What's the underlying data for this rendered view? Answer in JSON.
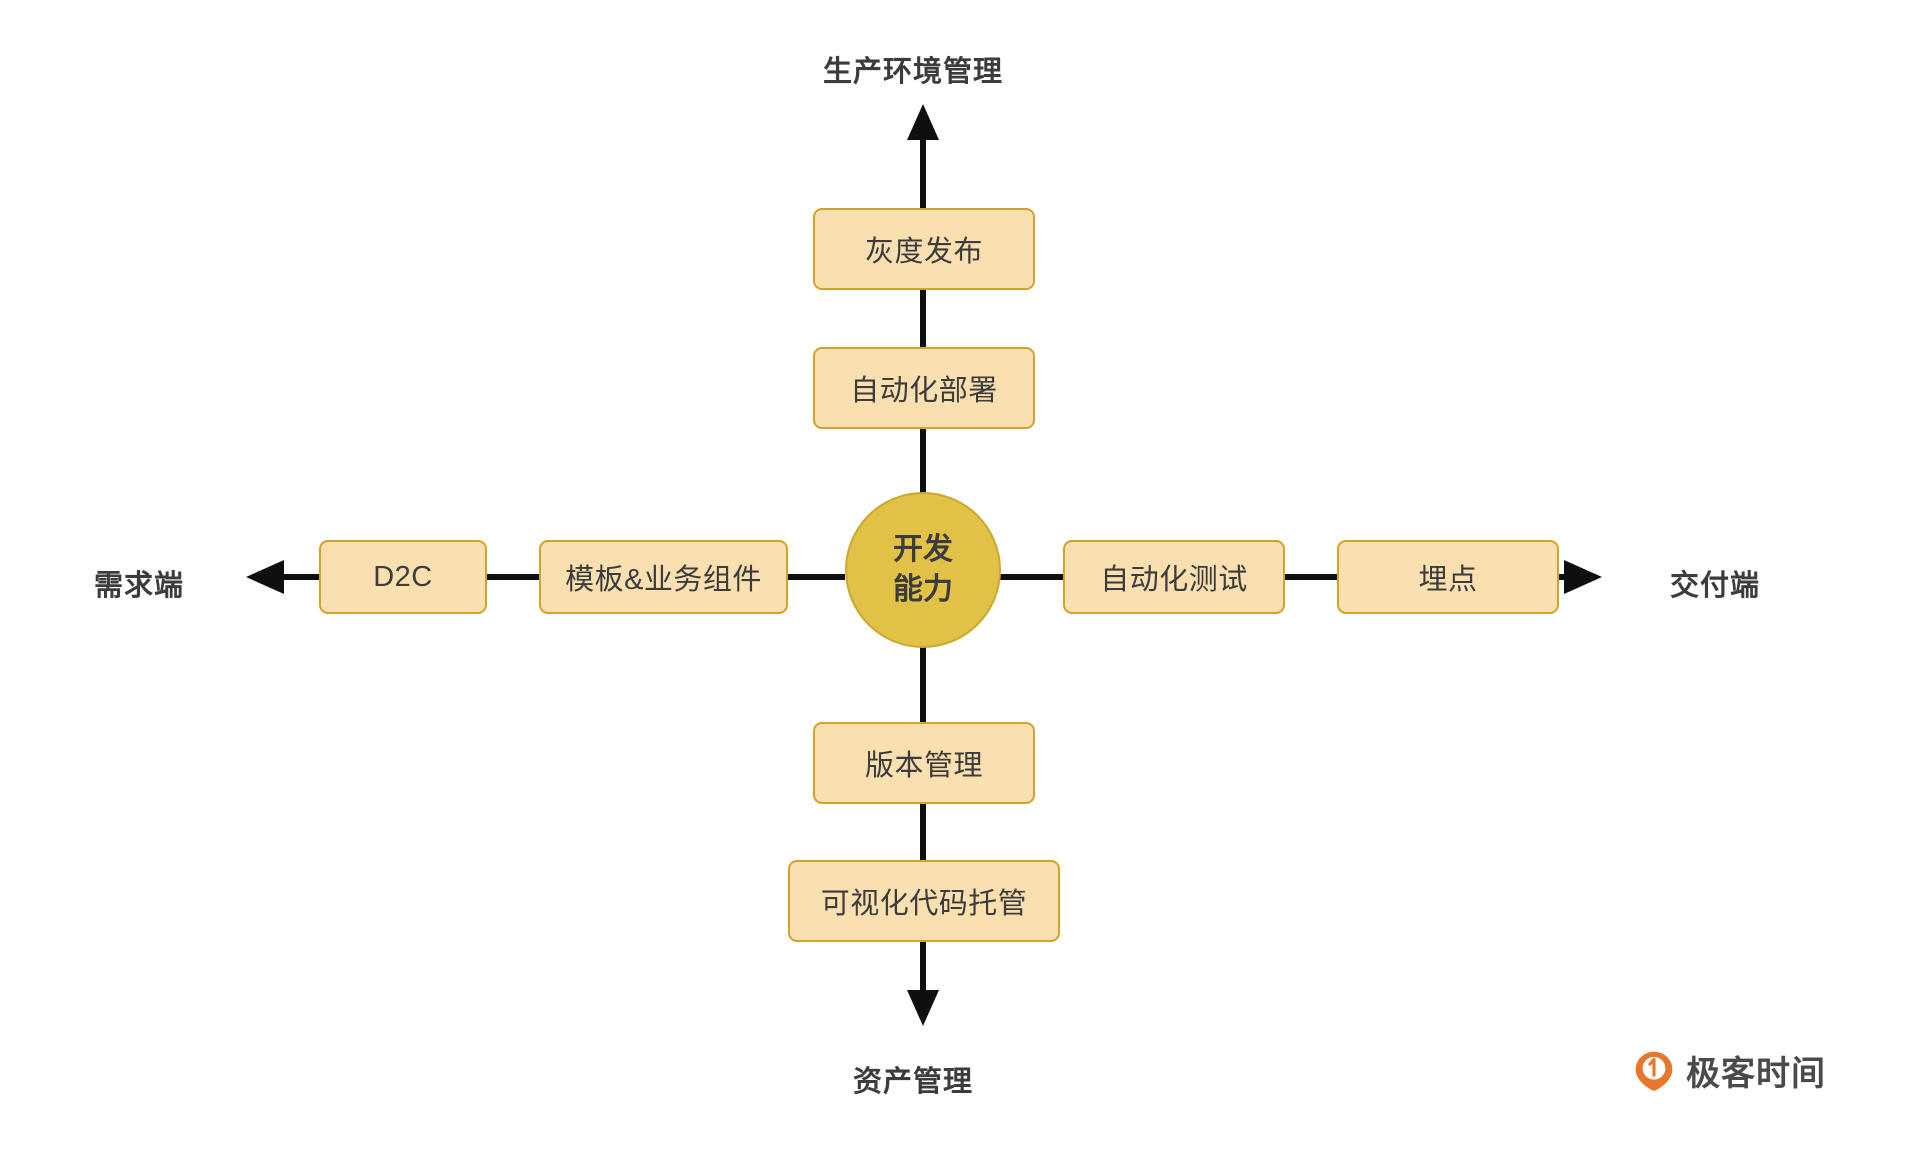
{
  "diagram": {
    "title_hidden": "",
    "colors": {
      "node_fill": "#FAE0B0",
      "node_border": "#D2A32B",
      "hub_fill": "#E2C246",
      "hub_border": "#C9A92E",
      "connector": "#0F0F0F",
      "text": "#3C3C3C",
      "logo_accent": "#E8762C"
    },
    "hub": {
      "line1": "开发",
      "line2": "能力"
    },
    "axis_labels": {
      "top": "生产环境管理",
      "bottom": "资产管理",
      "left": "需求端",
      "right": "交付端"
    },
    "branches": {
      "top": [
        {
          "label": "灰度发布"
        },
        {
          "label": "自动化部署"
        }
      ],
      "bottom": [
        {
          "label": "版本管理"
        },
        {
          "label": "可视化代码托管"
        }
      ],
      "left": [
        {
          "label": "模板&业务组件"
        },
        {
          "label": "D2C"
        }
      ],
      "right": [
        {
          "label": "自动化测试"
        },
        {
          "label": "埋点"
        }
      ]
    }
  },
  "logo": {
    "wordmark": "极客时间"
  }
}
